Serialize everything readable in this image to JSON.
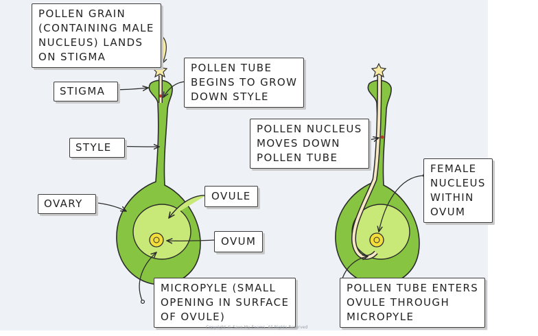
{
  "labels": {
    "pollen_grain": "POLLEN GRAIN\n(CONTAINING MALE\nNUCLEUS) LANDS\nON STIGMA",
    "stigma": "STIGMA",
    "pollen_tube_begins": "POLLEN TUBE\nBEGINS TO GROW\nDOWN STYLE",
    "style": "STYLE",
    "ovary": "OVARY",
    "ovule": "OVULE",
    "ovum": "OVUM",
    "micropyle": "MICROPYLE (SMALL\nOPENING IN SURFACE\nOF OVULE)",
    "pollen_nucleus": "POLLEN NUCLEUS\nMOVES DOWN\nPOLLEN TUBE",
    "female_nucleus": "FEMALE\nNUCLEUS\nWITHIN\nOVUM",
    "pollen_tube_enters": "POLLEN TUBE ENTERS\nOVULE THROUGH\nMICROPYLE"
  },
  "copyright": "Copyright © Save My Exams. All Rights Reserved",
  "colors": {
    "carpel": "#86c441",
    "carpel_outline": "#2b2b2b",
    "ovule": "#c8e978",
    "ovum": "#f3dd3a",
    "pollen_tube": "#f6e8c4",
    "pollen_grain": "#f7e9a6",
    "panel_background": "#eef1f5"
  }
}
